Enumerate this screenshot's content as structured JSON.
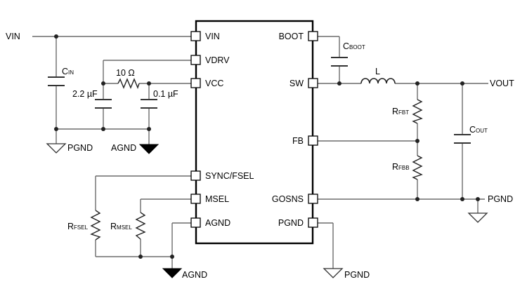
{
  "chip_pins_left": [
    "VIN",
    "VDRV",
    "VCC",
    "SYNC/FSEL",
    "MSEL",
    "AGND"
  ],
  "chip_pins_right": [
    "BOOT",
    "SW",
    "FB",
    "GOSNS",
    "PGND"
  ],
  "nets": {
    "vin": "VIN",
    "vout": "VOUT",
    "pgnd_in": "PGND",
    "agnd_top": "AGND",
    "agnd_bottom": "AGND",
    "pgnd_out": "PGND",
    "pgnd_chip": "PGND"
  },
  "components": {
    "cin": {
      "main": "C",
      "sub": "IN"
    },
    "cboot": {
      "main": "C",
      "sub": "BOOT"
    },
    "inductor": "L",
    "rfbt": {
      "main": "R",
      "sub": "FBT"
    },
    "rfbb": {
      "main": "R",
      "sub": "FBB"
    },
    "cout": {
      "main": "C",
      "sub": "OUT"
    },
    "rfsel": {
      "main": "R",
      "sub": "FSEL"
    },
    "rmsel": {
      "main": "R",
      "sub": "MSEL"
    },
    "r_vdrv": "10 Ω",
    "c_vdrv": "2.2 µF",
    "c_vcc": "0.1 µF"
  }
}
